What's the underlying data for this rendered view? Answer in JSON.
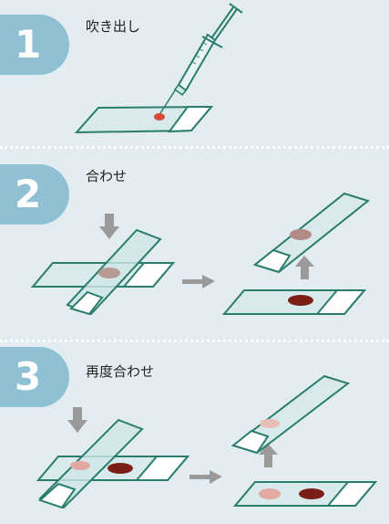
{
  "steps": [
    {
      "number": "1",
      "title": "吹き出し"
    },
    {
      "number": "2",
      "title": "合わせ"
    },
    {
      "number": "3",
      "title": "再度合わせ"
    }
  ],
  "colors": {
    "background": "#e2ecf1",
    "badge": "#8fc0d3",
    "slide_edge": "#2a7d6e",
    "slide_fill": "#cfe6e8",
    "blood_dark": "#7a1e16",
    "blood_pale": "#b79a94",
    "blood_light": "#e2a8a2",
    "arrow": "#9a9a9a"
  }
}
